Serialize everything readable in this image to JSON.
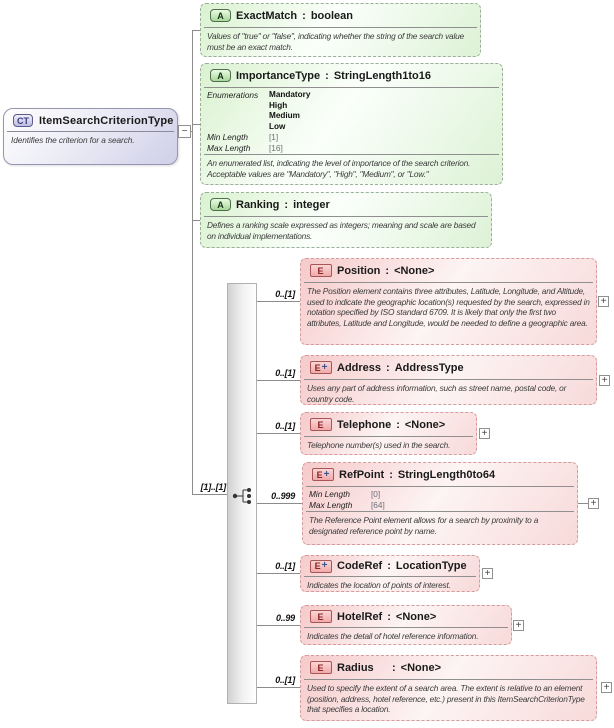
{
  "glyphs": {
    "colon": ":",
    "expand": "+",
    "collapse": "−"
  },
  "labels": {
    "enumerations": "Enumerations",
    "min_length": "Min Length",
    "max_length": "Max Length"
  },
  "colors": {
    "attribute_green": "#ddf2d6",
    "element_pink": "#f8dada",
    "complex_type_lavender": "#cfcfe8",
    "connector_gray": "#8c8c8c"
  },
  "root": {
    "badge": "CT",
    "name": "ItemSearchCriterionType",
    "description": "Identifies the criterion for a search.",
    "group_cardinality": "[1]..[1]"
  },
  "attributes": [
    {
      "badge": "A",
      "name": "ExactMatch",
      "type": "boolean",
      "description": "Values of \"true\" or \"false\", indicating whether the string of the search value must be an exact match."
    },
    {
      "badge": "A",
      "name": "ImportanceType",
      "type": "StringLength1to16",
      "enums": [
        "Mandatory",
        "High",
        "Medium",
        "Low"
      ],
      "min_length": "[1]",
      "max_length": "[16]",
      "description": "An enumerated list, indicating the level of importance of the search criterion. Acceptable values are \"Mandatory\", \"High\", \"Medium\", or \"Low.\""
    },
    {
      "badge": "A",
      "name": "Ranking",
      "type": "integer",
      "description": "Defines a ranking scale expressed as integers; meaning and scale are based on individual implementations."
    }
  ],
  "elements": [
    {
      "badge": "E",
      "badge_suffix": "",
      "name": "Position",
      "type": "<None>",
      "cardinality": "0..[1]",
      "description": "The Position element contains three attributes, Latitude, Longitude, and Altitude, used to indicate the geographic location(s) requested by the search, expressed in notation specified by ISO standard 6709.  It is likely that only the first two attributes, Latitude and Longitude, would be needed to define a geographic area."
    },
    {
      "badge": "E",
      "badge_suffix": "+",
      "name": "Address",
      "type": "AddressType",
      "cardinality": "0..[1]",
      "description": "Uses any part of address information, such as street name, postal code, or country code."
    },
    {
      "badge": "E",
      "badge_suffix": "",
      "name": "Telephone",
      "type": "<None>",
      "cardinality": "0..[1]",
      "description": "Telephone number(s) used in the search."
    },
    {
      "badge": "E",
      "badge_suffix": "+",
      "name": "RefPoint",
      "type": "StringLength0to64",
      "cardinality": "0..999",
      "min_length": "[0]",
      "max_length": "[64]",
      "description": "The Reference Point element allows for a search by proximity to a designated reference point by name."
    },
    {
      "badge": "E",
      "badge_suffix": "+",
      "name": "CodeRef",
      "type": "LocationType",
      "cardinality": "0..[1]",
      "description": "Indicates the location of points of interest."
    },
    {
      "badge": "E",
      "badge_suffix": "",
      "name": "HotelRef",
      "type": "<None>",
      "cardinality": "0..99",
      "description": "Indicates the detail of hotel reference information."
    },
    {
      "badge": "E",
      "badge_suffix": "",
      "name": "Radius",
      "type": "<None>",
      "cardinality": "0..[1]",
      "description": "Used to specify the extent of a search area. The extent is relative to an element (position, address, hotel reference, etc.) present in this ItemSearchCriterionType that specifies a location."
    }
  ]
}
